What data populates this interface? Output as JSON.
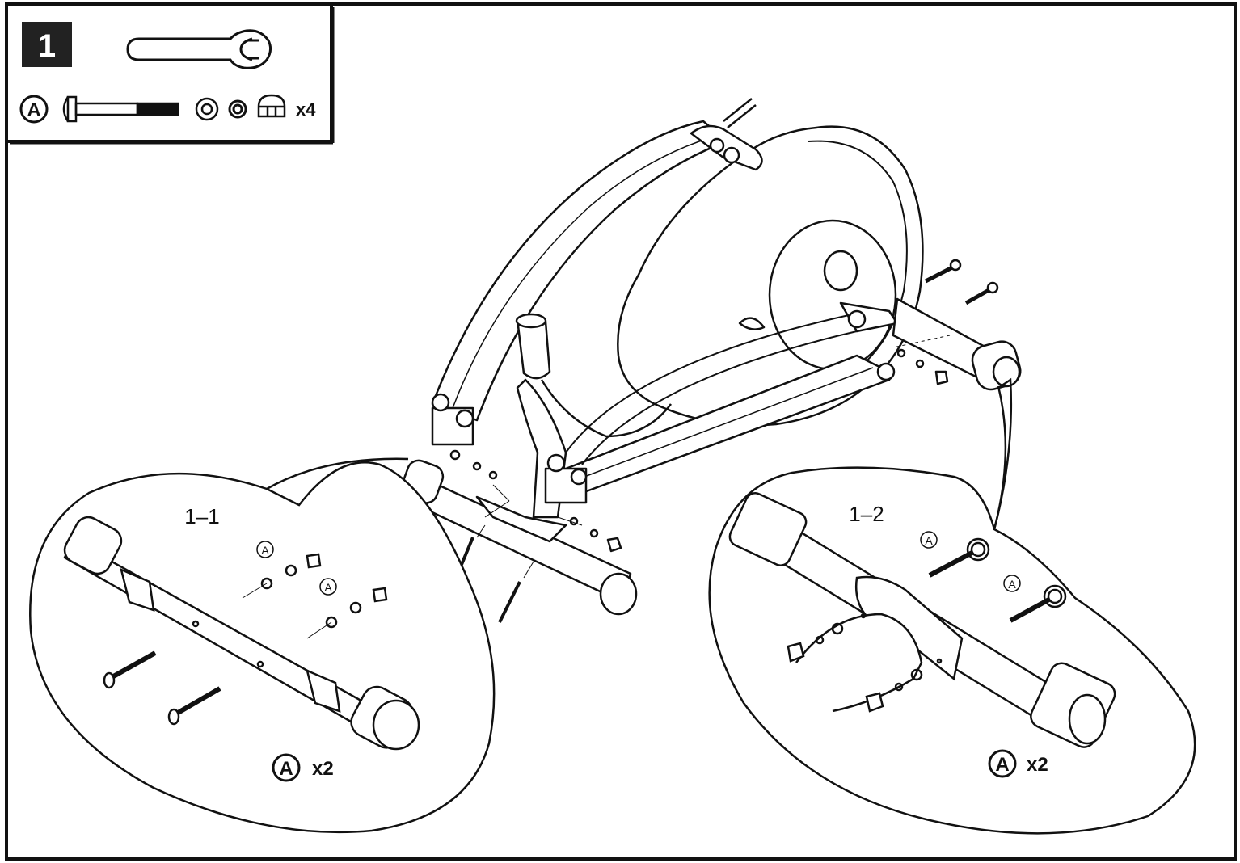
{
  "step": {
    "number": "1"
  },
  "parts": {
    "tool": "wrench-icon",
    "part_id": "A",
    "part_quantity": "x4"
  },
  "callouts": [
    {
      "id": "1-1",
      "label": "1–1",
      "part_id": "A",
      "quantity": "x2",
      "small_labels": [
        "A",
        "A"
      ]
    },
    {
      "id": "1-2",
      "label": "1–2",
      "part_id": "A",
      "quantity": "x2",
      "small_labels": [
        "A",
        "A"
      ]
    }
  ],
  "colors": {
    "line": "#111111",
    "background": "#ffffff",
    "step_badge": "#222222"
  }
}
